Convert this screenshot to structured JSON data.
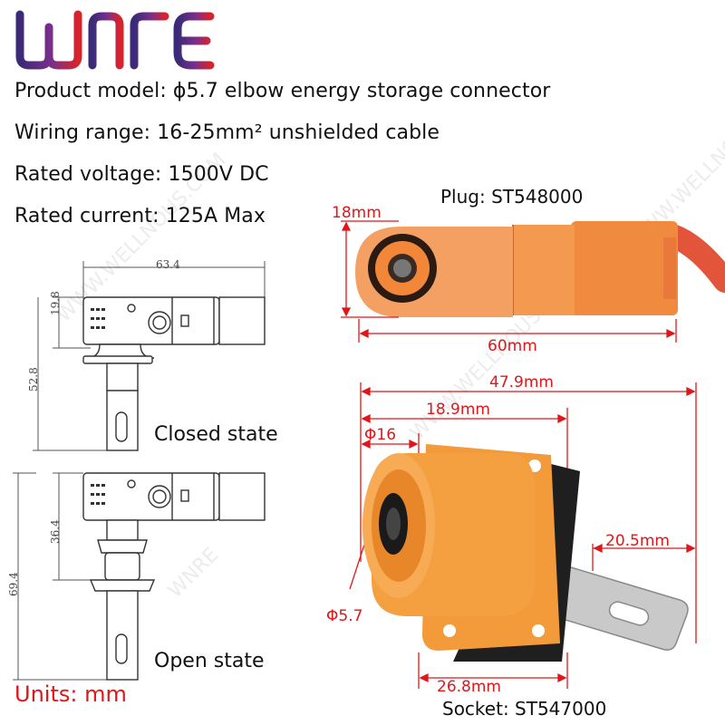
{
  "brand": {
    "logo_text": "WNRE"
  },
  "specs": {
    "product_model": "Product model: ϕ5.7 elbow energy storage connector",
    "wiring_range": "Wiring range: 16-25mm² unshielded cable",
    "rated_voltage": "Rated voltage: 1500V DC",
    "rated_current": "Rated current: 125A Max"
  },
  "drawing": {
    "closed": {
      "width": "63.4",
      "offset": "19.8",
      "height": "52.8",
      "label": "Closed state"
    },
    "open": {
      "offset": "36.4",
      "height": "69.4",
      "label": "Open state"
    }
  },
  "plug": {
    "title": "Plug: ST548000",
    "dim_height": "18mm",
    "dim_length": "60mm",
    "color": "#f0843c",
    "cable_color": "#e2553a"
  },
  "socket": {
    "title": "Socket: ST547000",
    "dim_total": "47.9mm",
    "dim_flange": "18.9mm",
    "dim_barrel": "Φ16",
    "dim_pin": "Φ5.7",
    "dim_busbar": "20.5mm",
    "dim_base": "26.8mm",
    "color": "#f08c2a"
  },
  "units": "Units: mm",
  "watermark": {
    "site": "WWW.WELLNOUS.COM",
    "brand": "WNRE"
  },
  "colors": {
    "dimension_red": "#e0161b",
    "text": "#111111"
  }
}
